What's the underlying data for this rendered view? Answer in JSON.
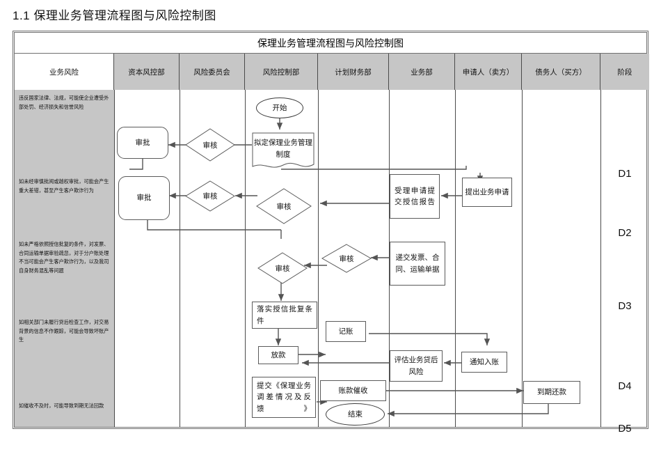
{
  "heading": "1.1  保理业务管理流程图与风险控制图",
  "table": {
    "title": "保理业务管理流程图与风险控制图",
    "columns": [
      {
        "label": "业务风险",
        "name": "col-business-risk"
      },
      {
        "label": "资本风控部",
        "name": "col-capital-risk-dept"
      },
      {
        "label": "风险委员会",
        "name": "col-risk-committee"
      },
      {
        "label": "风险控制部",
        "name": "col-risk-control-dept"
      },
      {
        "label": "计划财务部",
        "name": "col-planning-finance-dept"
      },
      {
        "label": "业务部",
        "name": "col-business-dept"
      },
      {
        "label": "申请人（卖方）",
        "name": "col-applicant-seller"
      },
      {
        "label": "债务人（买方）",
        "name": "col-debtor-buyer"
      },
      {
        "label": "阶段",
        "name": "col-stage"
      }
    ],
    "risks": [
      "违反国家法律、法规，可能使企业遭受外部处罚、经济损失和信誉风险",
      "如未经审慎批阅或越权审批，可能会产生重大差错，甚至产生客户欺诈行为",
      "如未严格依照授信批复的条件，对发票、合同运输单据审验疏忽，对于分户账处理不当可能会产生客户欺诈行为，以及我司自身财务混乱等问题",
      "如相关部门未履行贷后检查工作，对交易背景的信息不作跟踪，可能会导致坏账产生",
      "如催收不及时，可能导致到期无法回款"
    ],
    "stages": [
      "D1",
      "D2",
      "D3",
      "D4",
      "D5"
    ]
  },
  "flow": {
    "start": "开始",
    "end": "结束",
    "draft_policy": "拟定保理业务管理制度",
    "review1": "审核",
    "approve1": "审批",
    "review2": "审核",
    "approve2": "审批",
    "review3": "审核",
    "accept_application": "受理申请提交授信报告",
    "submit_application": "提出业务申请",
    "review4": "审核",
    "review5": "审核",
    "submit_docs": "递交发票、合同、运输单据",
    "implement_conditions": "落实授信批复条件",
    "bookkeeping": "记账",
    "disbursement": "放款",
    "post_loan_risk": "评估业务贷后风险",
    "notify_posting": "通知入账",
    "submit_report": "提交《保理业务调差情况及反馈》",
    "collection": "账款催收",
    "repayment": "到期还款"
  },
  "colors": {
    "header_fill": "#c6c6c6",
    "border": "#6f6f6f",
    "shape_border": "#5a5a5a",
    "wire": "#545454",
    "text": "#111111"
  }
}
